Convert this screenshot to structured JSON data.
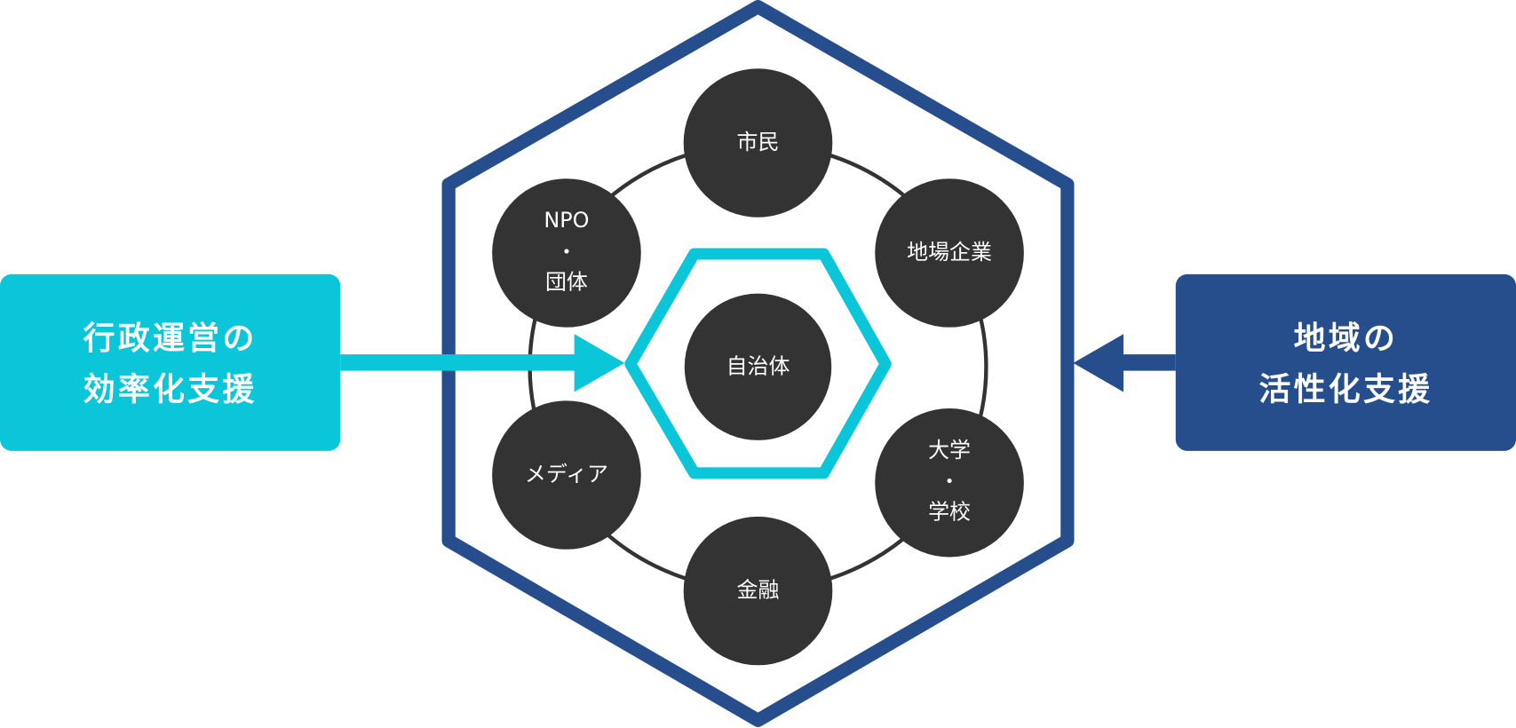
{
  "colors": {
    "navy": "#264e8c",
    "cyan": "#0bc5d9",
    "node": "#333333",
    "ring": "#333333"
  },
  "center": {
    "label": "自治体"
  },
  "nodes": [
    {
      "id": "citizens",
      "lines": [
        "市民"
      ]
    },
    {
      "id": "local-business",
      "lines": [
        "地場企業"
      ]
    },
    {
      "id": "university",
      "lines": [
        "大学",
        "・",
        "学校"
      ]
    },
    {
      "id": "finance",
      "lines": [
        "金融"
      ]
    },
    {
      "id": "media",
      "lines": [
        "メディア"
      ]
    },
    {
      "id": "npo",
      "lines": [
        "NPO",
        "・",
        "団体"
      ]
    }
  ],
  "left_box": {
    "lines": [
      "行政運営の",
      "効率化支援"
    ]
  },
  "right_box": {
    "lines": [
      "地域の",
      "活性化支援"
    ]
  }
}
